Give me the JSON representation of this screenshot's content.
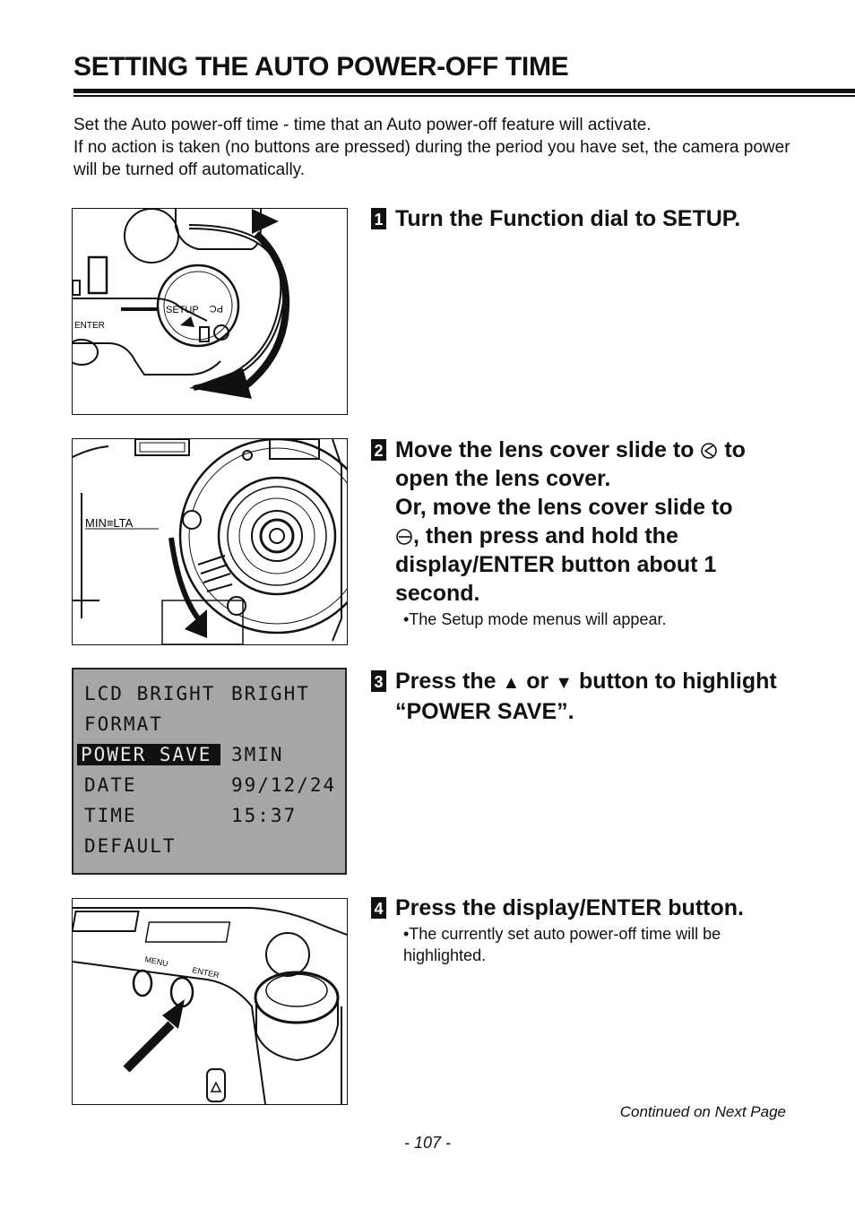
{
  "title": "SETTING THE AUTO POWER-OFF TIME",
  "intro": {
    "line1": "Set the Auto power-off time - time that an Auto power-off feature will activate.",
    "line2": "If no action is taken (no buttons are pressed) during the period you have set, the camera power will be turned off automatically."
  },
  "figure1": {
    "label_setup": "SETUP",
    "label_pc": "PC",
    "label_enter": "ENTER"
  },
  "figure2": {
    "label_brand": "MIN≡LTA"
  },
  "figure4": {
    "label_menu": "MENU",
    "label_enter": "ENTER"
  },
  "steps": [
    {
      "number": "1",
      "text": "Turn the Function dial to SETUP."
    },
    {
      "number": "2",
      "text_a": "Move the lens cover slide to",
      "text_b": "to open the lens cover.",
      "text_c": "Or, move the lens cover slide to",
      "text_d": ", then press and hold the display/ENTER button about 1 second.",
      "note": "•The Setup mode menus will appear."
    },
    {
      "number": "3",
      "text_a": "Press the",
      "up_arrow": "▲",
      "text_b": "or",
      "down_arrow": "▼",
      "text_c": "button to highlight “POWER SAVE”."
    },
    {
      "number": "4",
      "text": "Press the display/ENTER button.",
      "note": "•The currently set auto power-off time will be highlighted."
    }
  ],
  "lcd_menu": [
    {
      "label": "LCD BRIGHT",
      "value": "BRIGHT",
      "highlighted": false
    },
    {
      "label": "FORMAT",
      "value": "",
      "highlighted": false
    },
    {
      "label": "POWER SAVE",
      "value": "3MIN",
      "highlighted": true
    },
    {
      "label": "DATE",
      "value": "99/12/24",
      "highlighted": false
    },
    {
      "label": "TIME",
      "value": "15:37",
      "highlighted": false
    },
    {
      "label": "DEFAULT",
      "value": "",
      "highlighted": false
    }
  ],
  "continued": "Continued on Next Page",
  "page_number": "- 107 -",
  "colors": {
    "lcd_background": "#a6a6a6",
    "text": "#111111"
  }
}
